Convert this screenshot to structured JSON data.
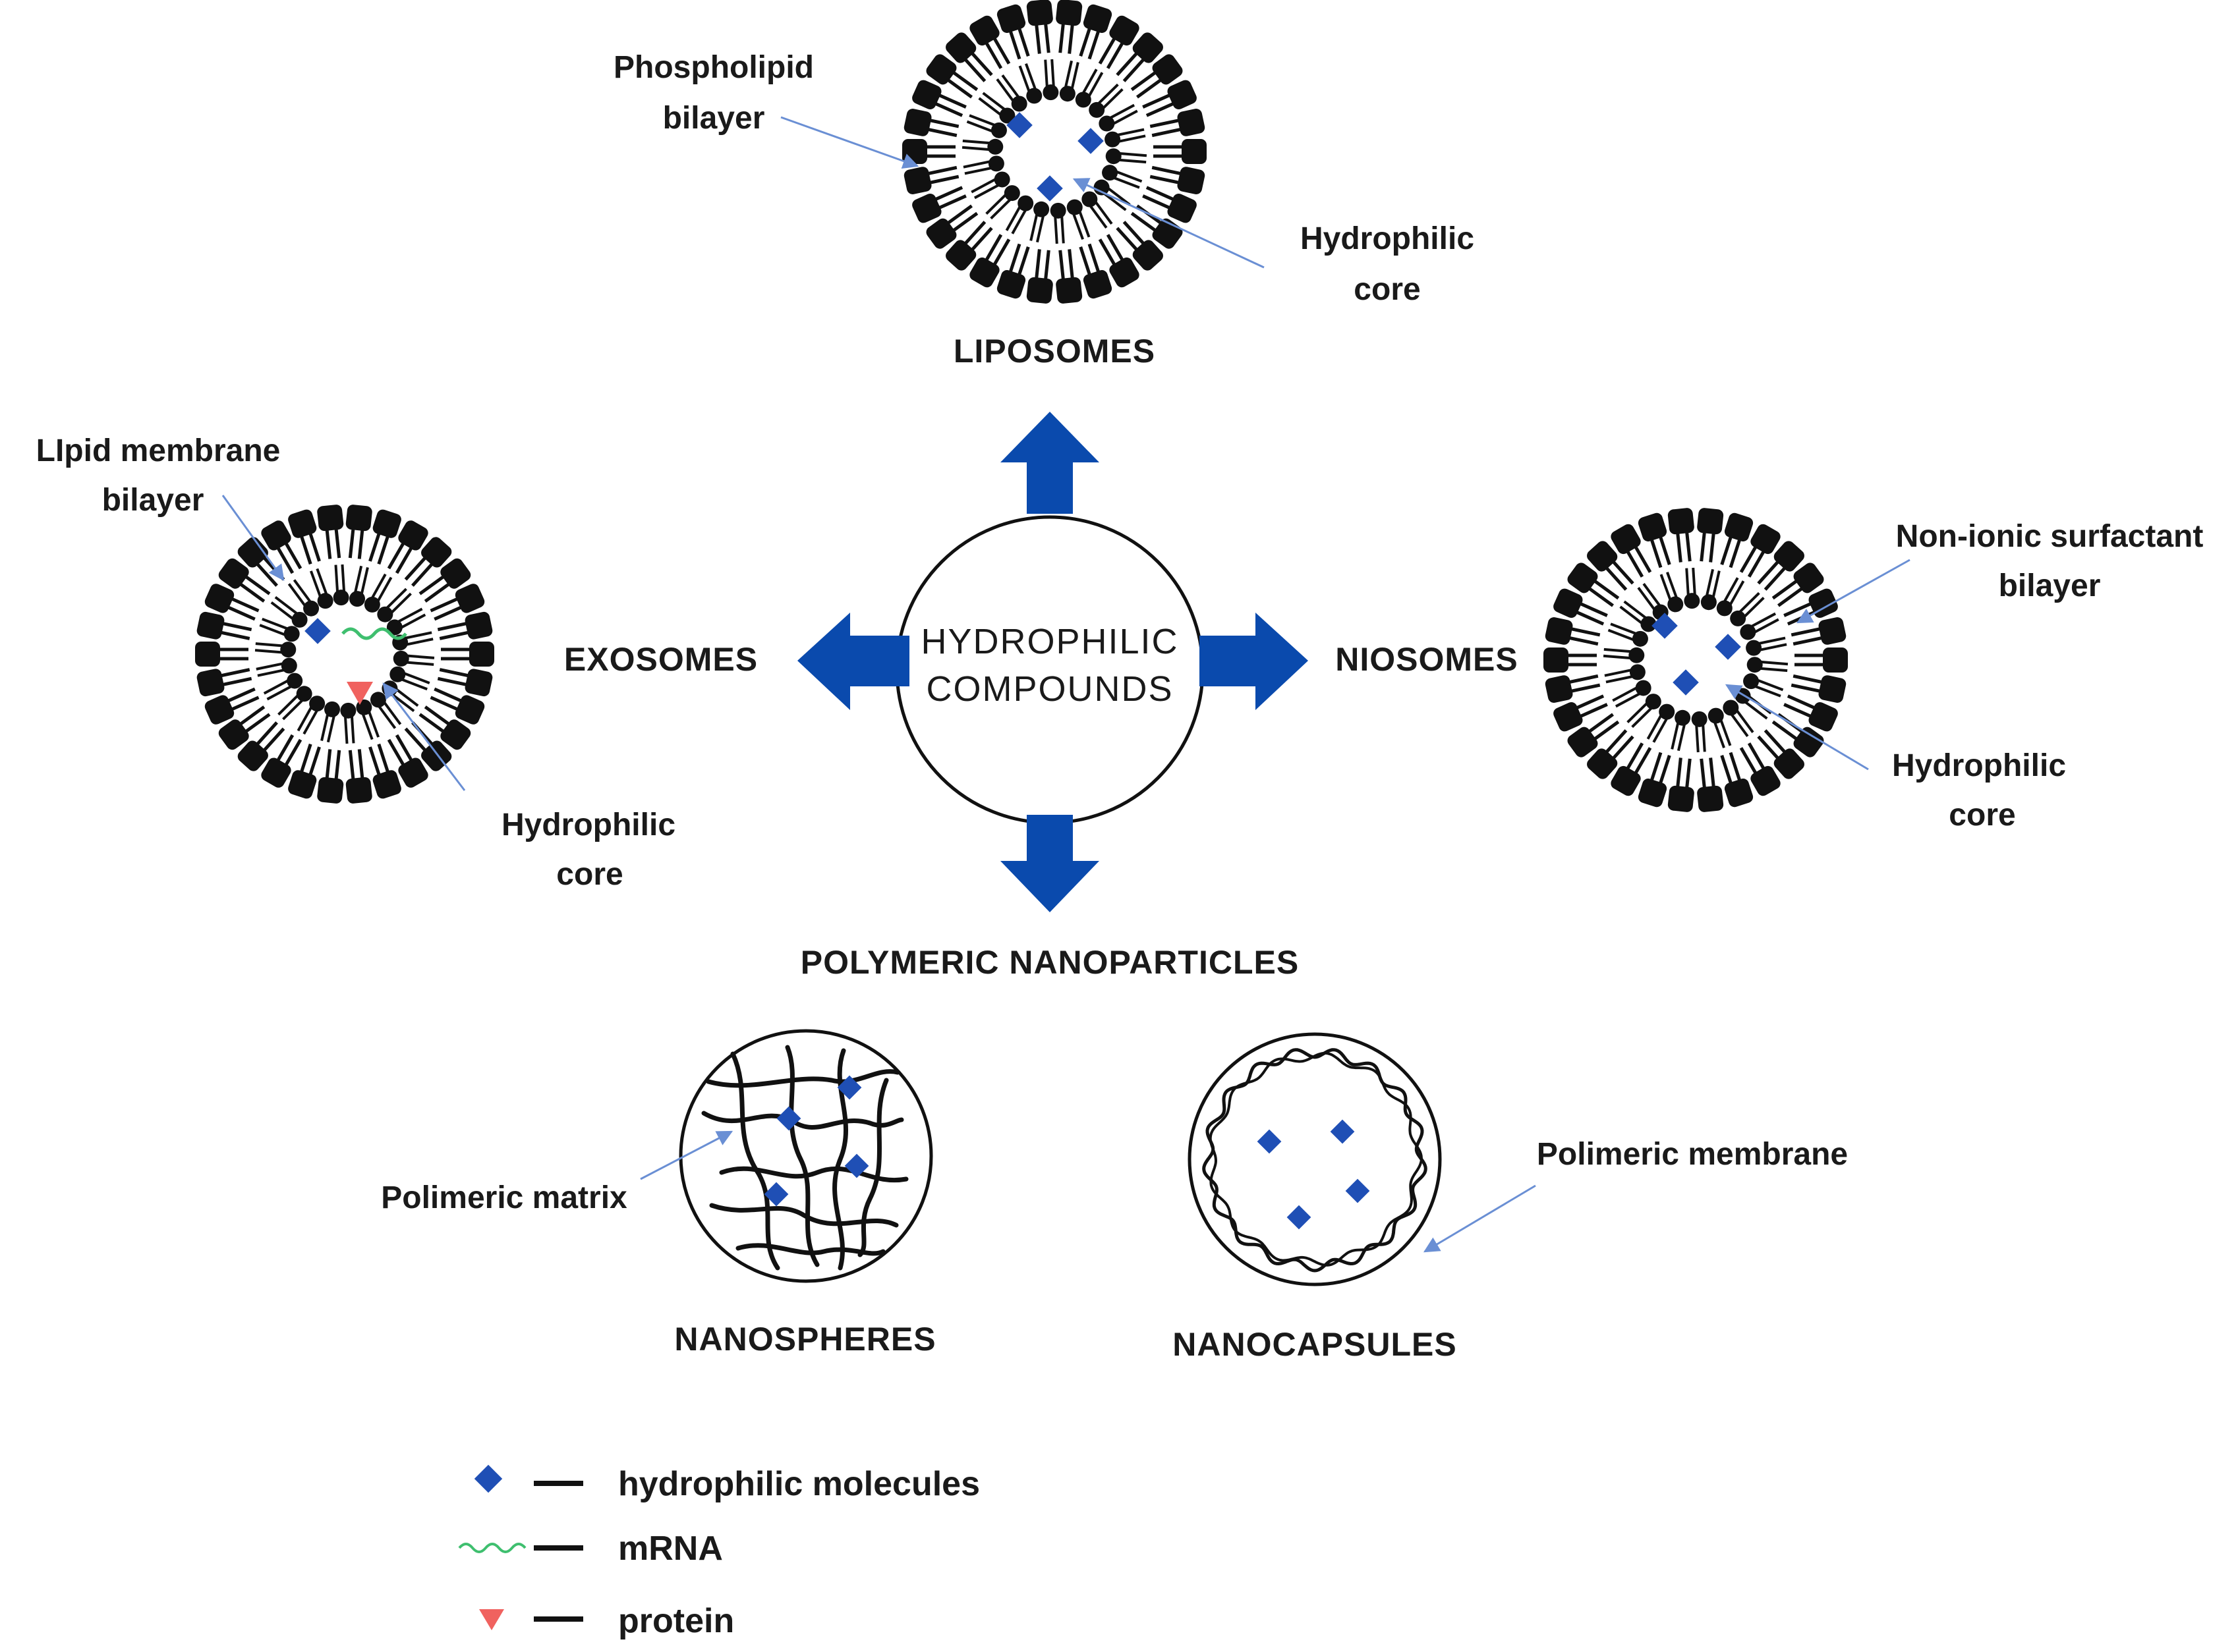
{
  "center": {
    "line1": "HYDROPHILIC",
    "line2": "COMPOUNDS"
  },
  "liposomes": {
    "title": "LIPOSOMES",
    "label_bilayer": [
      "Phospholipid",
      "bilayer"
    ],
    "label_core": [
      "Hydrophilic",
      "core"
    ]
  },
  "exosomes": {
    "title": "EXOSOMES",
    "label_bilayer": [
      "LIpid membrane",
      "bilayer"
    ],
    "label_core": [
      "Hydrophilic",
      "core"
    ]
  },
  "niosomes": {
    "title": "NIOSOMES",
    "label_bilayer": [
      "Non-ionic surfactant",
      "bilayer"
    ],
    "label_core": [
      "Hydrophilic",
      "core"
    ]
  },
  "polymeric": {
    "title": "POLYMERIC NANOPARTICLES",
    "nanospheres": {
      "title": "NANOSPHERES",
      "label": "Polimeric matrix"
    },
    "nanocapsules": {
      "title": "NANOCAPSULES",
      "label": "Polimeric membrane"
    }
  },
  "legend": [
    {
      "symbol": "diamond",
      "label": "hydrophilic molecules"
    },
    {
      "symbol": "wave",
      "label": "mRNA"
    },
    {
      "symbol": "triangle",
      "label": "protein"
    }
  ],
  "colors": {
    "arrow_fill": "#0a4aad",
    "molecule": "#1f4fb5",
    "mrna": "#3fbf6f",
    "protein": "#f0625f",
    "pointer": "#6a8fd4"
  }
}
